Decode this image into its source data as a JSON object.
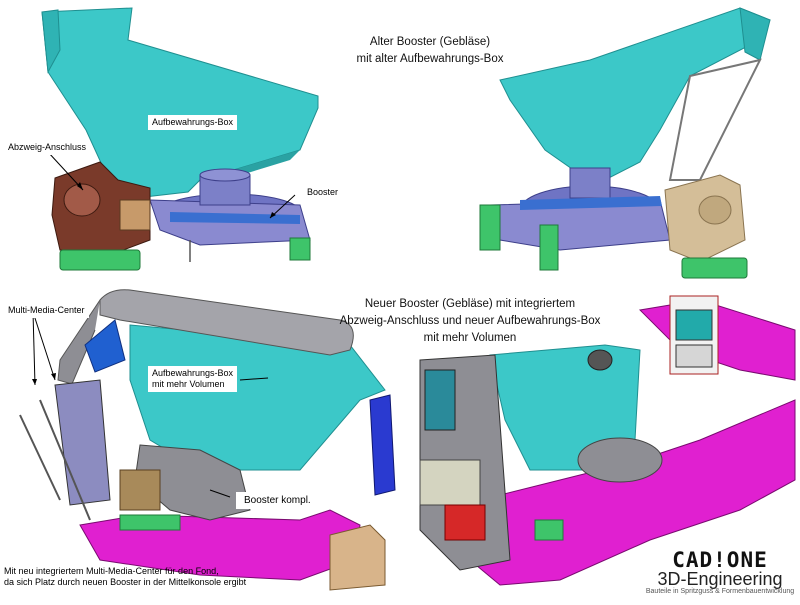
{
  "top_caption": {
    "line1": "Alter Booster (Gebläse)",
    "line2": "mit alter Aufbewahrungs-Box"
  },
  "bottom_caption": {
    "line1": "Neuer Booster (Gebläse) mit integriertem",
    "line2": "Abzweig-Anschluss und neuer Aufbewahrungs-Box",
    "line3": "mit mehr Volumen"
  },
  "labels": {
    "aufbewahrungs_box": "Aufbewahrungs-Box",
    "abzweig_anschluss": "Abzweig-Anschluss",
    "booster": "Booster",
    "multi_media_center": "Multi-Media-Center",
    "aufbewahrungs_box_neu_1": "Aufbewahrungs-Box",
    "aufbewahrungs_box_neu_2": "mit mehr Volumen",
    "booster_kompl": "Booster kompl."
  },
  "footnote": {
    "line1": "Mit neu integriertem Multi-Media-Center für den Fond,",
    "line2": "da sich Platz durch neuen Booster in der Mittelkonsole ergibt"
  },
  "logo": {
    "brand": "CAD!ONE",
    "subtitle": "3D-Engineering",
    "tagline": "Bauteile in Spritzguss & Formenbauentwicklung"
  },
  "colors": {
    "storage_box": "#3cc8c8",
    "booster_housing": "#7c7cc8",
    "branch_duct": "#7a3a2a",
    "green_mount": "#3ec46a",
    "console": "#e020d0",
    "gray_part": "#9a9aa0"
  }
}
